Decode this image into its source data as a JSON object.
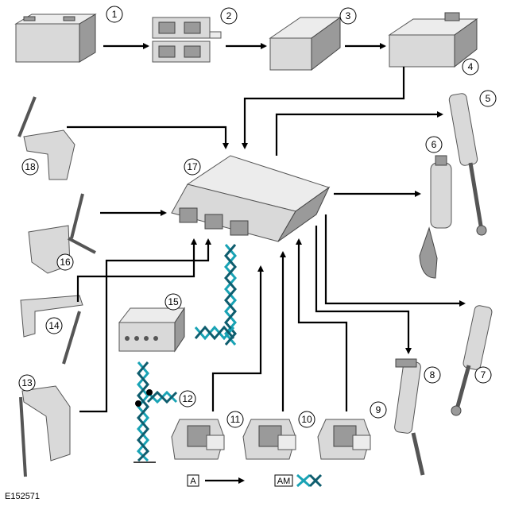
{
  "figure_id": "E152571",
  "component_numbers": [
    "1",
    "2",
    "3",
    "4",
    "5",
    "6",
    "7",
    "8",
    "9",
    "10",
    "11",
    "12",
    "13",
    "14",
    "15",
    "16",
    "17",
    "18"
  ],
  "legend": {
    "hardwired_label": "A",
    "can_label": "AM"
  },
  "colors": {
    "arrow": "#000000",
    "can_light": "#19a3b5",
    "can_dark": "#0e5d6e",
    "component_fill": "#d9d9d9"
  }
}
